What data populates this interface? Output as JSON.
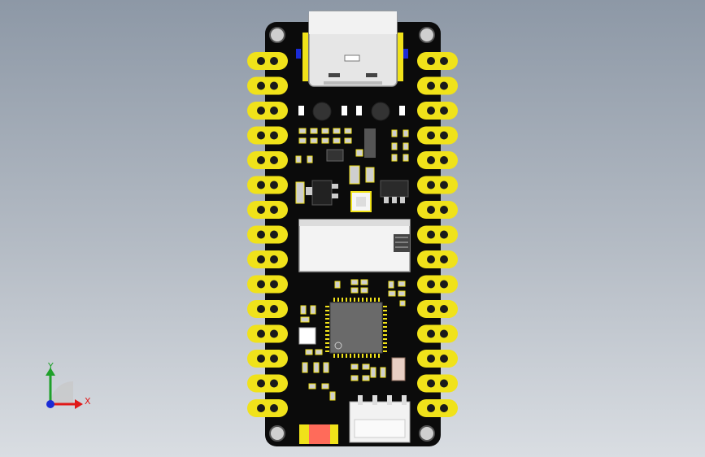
{
  "window": {
    "title": ""
  },
  "colors": {
    "board": "#0b0b0b",
    "pad": "#f0e21a",
    "pad_hole": "#1a1a1a",
    "metal": "#d9d9d9",
    "component": "#cfcfcf",
    "chip": "#5c5c5c",
    "led": "#ff6b5a",
    "axis_x": "#e01818",
    "axis_y": "#1fa02a",
    "axis_z": "#1a2bd6"
  },
  "triad": {
    "x_label": "X",
    "y_label": "Y"
  },
  "left_header_pins": 15,
  "right_header_pins": 15
}
